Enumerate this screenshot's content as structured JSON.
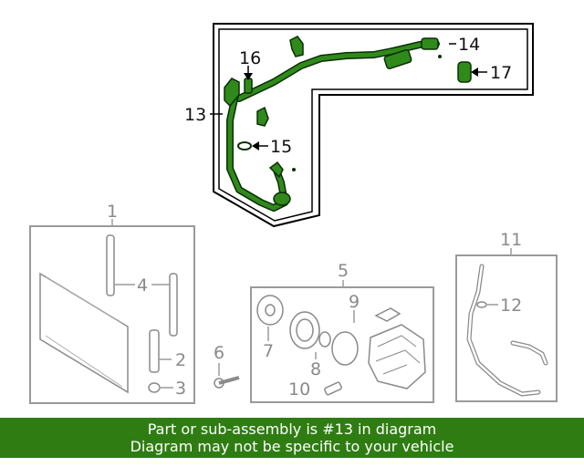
{
  "colors": {
    "highlight_part": "#1f6d10",
    "banner_background": "#2f7d12",
    "banner_text": "#ffffff",
    "main_callouts": "#111111",
    "other_callouts": "#8a8a8a"
  },
  "callouts": {
    "c1": "1",
    "c2": "2",
    "c3": "3",
    "c4": "4",
    "c5": "5",
    "c6": "6",
    "c7": "7",
    "c8": "8",
    "c9": "9",
    "c10": "10",
    "c11": "11",
    "c12": "12",
    "c13": "13",
    "c14": "14",
    "c15": "15",
    "c16": "16",
    "c17": "17"
  },
  "banner": {
    "line1": "Part or sub-assembly is #13 in diagram",
    "line2": "Diagram may not be specific to your vehicle"
  }
}
